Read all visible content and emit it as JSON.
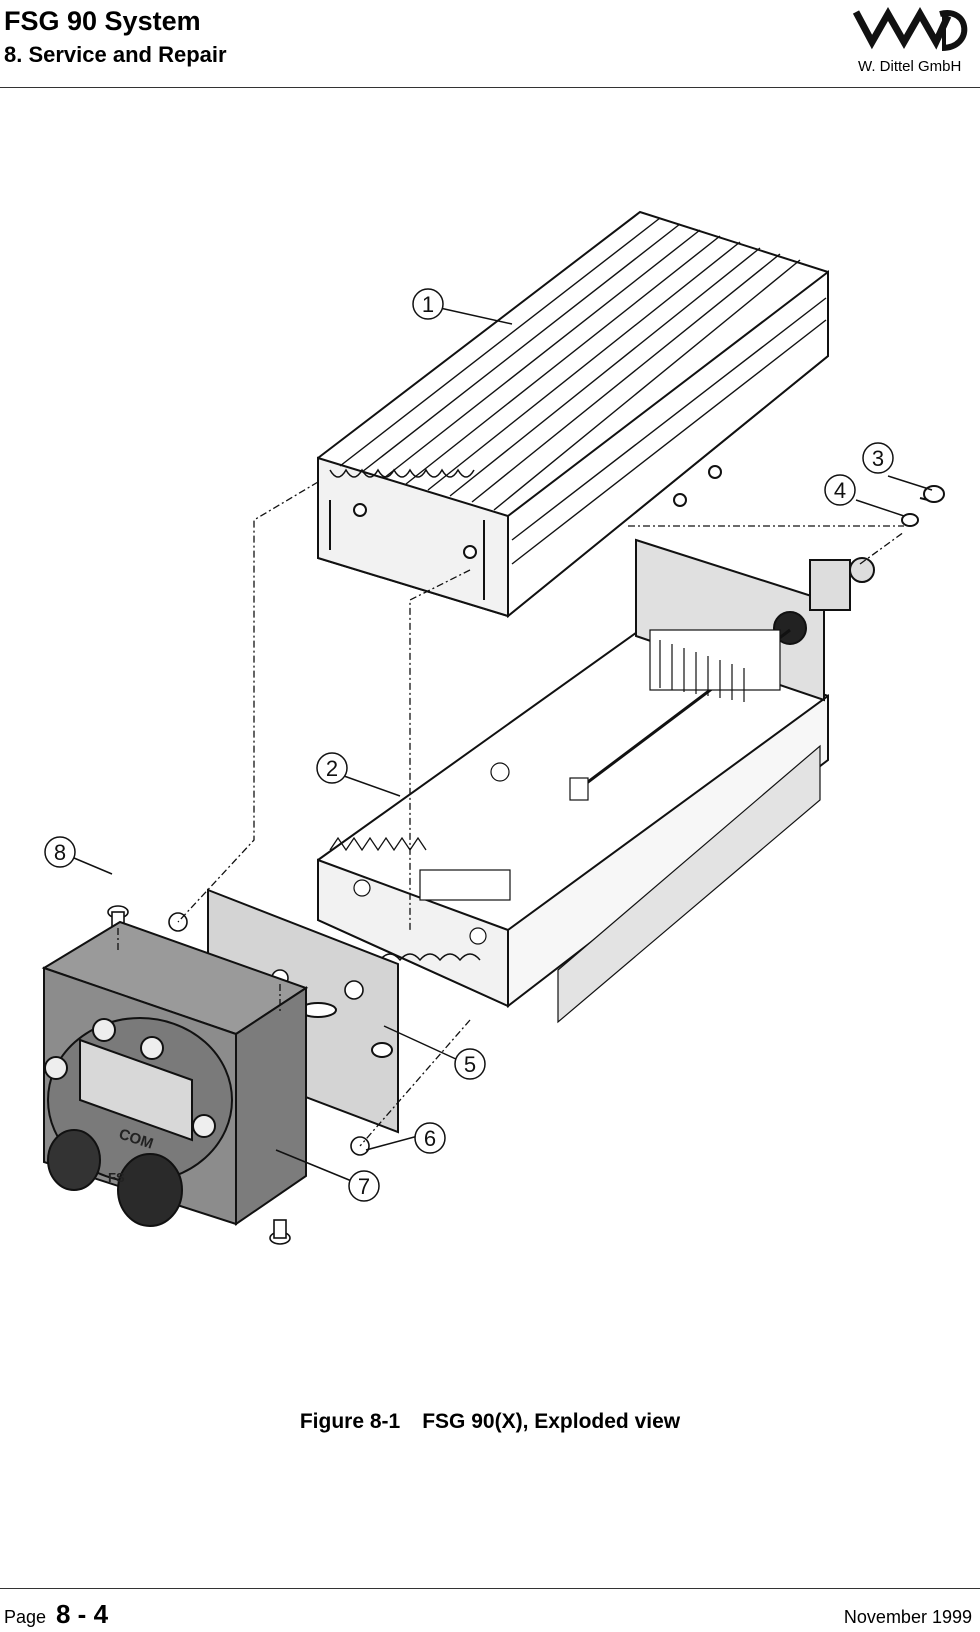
{
  "header": {
    "title": "FSG 90 System",
    "subtitle": "8. Service and Repair",
    "logo": {
      "icon": "wd-logo-icon",
      "company": "W. Dittel GmbH"
    }
  },
  "figure": {
    "callouts": [
      "1",
      "2",
      "3",
      "4",
      "5",
      "6",
      "7",
      "8"
    ],
    "device_labels": {
      "com": "COM",
      "fs": "FS"
    }
  },
  "caption": {
    "number": "Figure 8-1",
    "text": "FSG 90(X), Exploded view"
  },
  "footer": {
    "page_label": "Page",
    "page_number": "8 - 4",
    "date": "November 1999"
  }
}
